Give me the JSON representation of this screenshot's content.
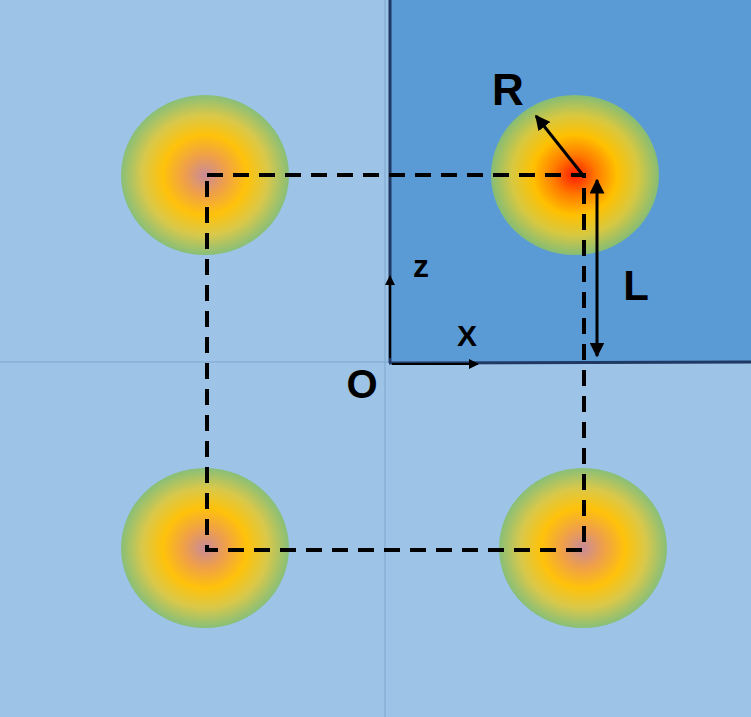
{
  "diagram": {
    "labels": [
      "R",
      "z",
      "X",
      "O",
      "L"
    ]
  }
}
